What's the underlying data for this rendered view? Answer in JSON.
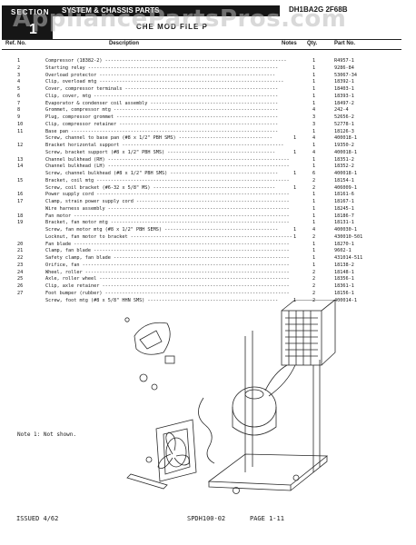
{
  "header": {
    "section_label": "SECTION",
    "section_number": "1",
    "title": "SYSTEM & CHASSIS PARTS",
    "model": "DH1BA2G   2F68B",
    "subtitle": "CHE MOD FILE P",
    "watermark": "AppliancePartsPros.com"
  },
  "columns": {
    "ref": "Ref. No.",
    "description": "Description",
    "notes": "Notes",
    "qty": "Qty.",
    "part": "Part No."
  },
  "parts": [
    {
      "ref": "1",
      "desc": "Compressor (18382-2) ----------------------------------------------------------------",
      "notes": "",
      "qty": "1",
      "part": "R4957-1"
    },
    {
      "ref": "2",
      "desc": "Starting relay -------------------------------------------------------------------",
      "notes": "",
      "qty": "1",
      "part": "9286-84"
    },
    {
      "ref": "3",
      "desc": "Overload protector --------------------------------------------------------------",
      "notes": "",
      "qty": "1",
      "part": "53067-34"
    },
    {
      "ref": "4",
      "desc": "Clip, overload mtg -----------------------------------------------------------------",
      "notes": "",
      "qty": "1",
      "part": "18392-1"
    },
    {
      "ref": "5",
      "desc": "Cover, compressor terminals ------------------------------------------------------",
      "notes": "",
      "qty": "1",
      "part": "18403-1"
    },
    {
      "ref": "6",
      "desc": "Clip, cover, mtg -----------------------------------------------------------------",
      "notes": "",
      "qty": "1",
      "part": "18393-1"
    },
    {
      "ref": "7",
      "desc": "Evaporator & condenser coil assembly ---------------------------------------------",
      "notes": "",
      "qty": "1",
      "part": "18497-2"
    },
    {
      "ref": "8",
      "desc": "Grommet, compressor mtg ----------------------------------------------------------",
      "notes": "",
      "qty": "4",
      "part": "242-4"
    },
    {
      "ref": "9",
      "desc": "Plug, compressor grommet ---------------------------------------------------------",
      "notes": "",
      "qty": "3",
      "part": "52656-2"
    },
    {
      "ref": "10",
      "desc": "Clip, compressor retainer --------------------------------------------------------",
      "notes": "",
      "qty": "3",
      "part": "52778-1"
    },
    {
      "ref": "11",
      "desc": "Base pan -------------------------------------------------------------------------",
      "notes": "",
      "qty": "1",
      "part": "18126-3"
    },
    {
      "ref": "",
      "desc": "Screw, channel to base pan (#8 x 1/2\" PBH SMS) ---------------------------------",
      "notes": "1",
      "qty": "4",
      "part": "400018-1"
    },
    {
      "ref": "12",
      "desc": "Bracket horizontal support ---------------------------------------------------------",
      "notes": "",
      "qty": "1",
      "part": "19350-2"
    },
    {
      "ref": "",
      "desc": "Screw, bracket support (#8 x 1/2\" PBH SMS) --------------------------------------",
      "notes": "1",
      "qty": "4",
      "part": "400018-1"
    },
    {
      "ref": "13",
      "desc": "Channel bulkhead (RH) ----------------------------------------------------------------",
      "notes": "",
      "qty": "1",
      "part": "18351-2"
    },
    {
      "ref": "14",
      "desc": "Channel bulkhead (LH) ----------------------------------------------------------------",
      "notes": "",
      "qty": "1",
      "part": "18352-2"
    },
    {
      "ref": "",
      "desc": "Screw, channel bulkhead (#8 x 1/2\" PBH SMS) --------------------------------------",
      "notes": "1",
      "qty": "6",
      "part": "400018-1"
    },
    {
      "ref": "15",
      "desc": "Bracket, coil mtg --------------------------------------------------------------------",
      "notes": "",
      "qty": "2",
      "part": "18154-1"
    },
    {
      "ref": "",
      "desc": "Screw, coil bracket (#6-32 x 5/8\" MS) -------------------------------------------",
      "notes": "1",
      "qty": "2",
      "part": "406009-1"
    },
    {
      "ref": "16",
      "desc": "Power supply cord --------------------------------------------------------------------",
      "notes": "",
      "qty": "1",
      "part": "18161-6"
    },
    {
      "ref": "17",
      "desc": "Clamp, strain power supply cord ------------------------------------------------------",
      "notes": "",
      "qty": "1",
      "part": "18167-1"
    },
    {
      "ref": "",
      "desc": "Wire harness assembly ----------------------------------------------------------------",
      "notes": "",
      "qty": "1",
      "part": "18245-1"
    },
    {
      "ref": "18",
      "desc": "Fan motor ----------------------------------------------------------------------------",
      "notes": "",
      "qty": "1",
      "part": "18186-7"
    },
    {
      "ref": "19",
      "desc": "Bracket, fan motor mtg ---------------------------------------------------------------",
      "notes": "",
      "qty": "1",
      "part": "18131-1"
    },
    {
      "ref": "",
      "desc": "Screw, fan motor mtg (#8 x 1/2\" PBH SEMS) ----------------------------------------",
      "notes": "1",
      "qty": "4",
      "part": "400030-1"
    },
    {
      "ref": "",
      "desc": "Locknut, fan motor to bracket ---------------------------------------------------------",
      "notes": "1",
      "qty": "2",
      "part": "430010-501"
    },
    {
      "ref": "20",
      "desc": "Fan blade ----------------------------------------------------------------------------",
      "notes": "",
      "qty": "1",
      "part": "18270-1"
    },
    {
      "ref": "21",
      "desc": "Clamp, fan blade ---------------------------------------------------------------------",
      "notes": "",
      "qty": "1",
      "part": "9602-1"
    },
    {
      "ref": "22",
      "desc": "Safety clamp, fan blade --------------------------------------------------------------",
      "notes": "",
      "qty": "1",
      "part": "431014-511"
    },
    {
      "ref": "23",
      "desc": "Orifice, fan -------------------------------------------------------------------------",
      "notes": "",
      "qty": "1",
      "part": "18138-2"
    },
    {
      "ref": "24",
      "desc": "Wheel, roller ------------------------------------------------------------------------",
      "notes": "",
      "qty": "2",
      "part": "18148-1"
    },
    {
      "ref": "25",
      "desc": "Axle, roller wheel -------------------------------------------------------------------",
      "notes": "",
      "qty": "2",
      "part": "18356-1"
    },
    {
      "ref": "26",
      "desc": "Clip, axle retainer ------------------------------------------------------------------",
      "notes": "",
      "qty": "2",
      "part": "18361-1"
    },
    {
      "ref": "27",
      "desc": "Foot bumper (rubber) -----------------------------------------------------------------",
      "notes": "",
      "qty": "2",
      "part": "18156-1"
    },
    {
      "ref": "",
      "desc": "Screw, foot mtg (#8 x 5/8\" HHN SMS) ----------------------------------------------",
      "notes": "1",
      "qty": "2",
      "part": "400014-1"
    }
  ],
  "note": "Note 1:  Not shown.",
  "footer": {
    "issued": "ISSUED 4/62",
    "code": "SPDH100-02",
    "page": "PAGE 1-11"
  }
}
